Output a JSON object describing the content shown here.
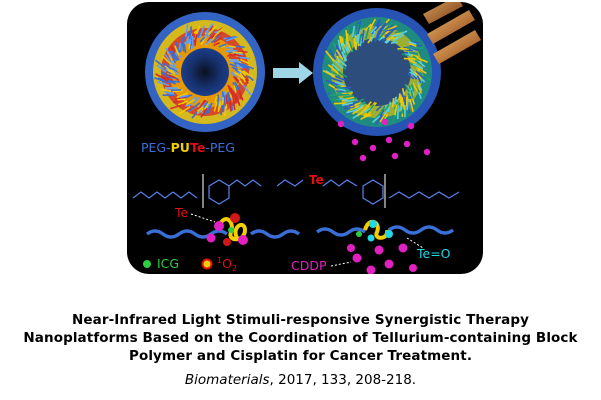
{
  "figure": {
    "polymer_label": {
      "peg1": "PEG-",
      "pu": "PU",
      "te": "Te",
      "peg2": "-PEG"
    },
    "te_label": "Te",
    "te_o_label": "Te=O",
    "cddp_label": "CDDP",
    "icg_label": "ICG",
    "singlet_oxygen_label": {
      "base": "O",
      "superscript": "1",
      "subscript": "2"
    },
    "structure_te": "Te",
    "colors": {
      "peg": "#3a6fd8",
      "pu": "#f2d000",
      "te": "#e01010",
      "icg": "#2ecc40",
      "cddp": "#e020c0",
      "teo": "#20d8e8",
      "background": "#000000"
    }
  },
  "title": {
    "line1": "Near-Infrared Light Stimuli-responsive Synergistic Therapy",
    "line2": "Nanoplatforms Based on the Coordination of Tellurium-containing Block",
    "line3": "Polymer and Cisplatin for Cancer Treatment."
  },
  "citation": {
    "journal": "Biomaterials",
    "details": ", 2017, 133, 208-218."
  }
}
